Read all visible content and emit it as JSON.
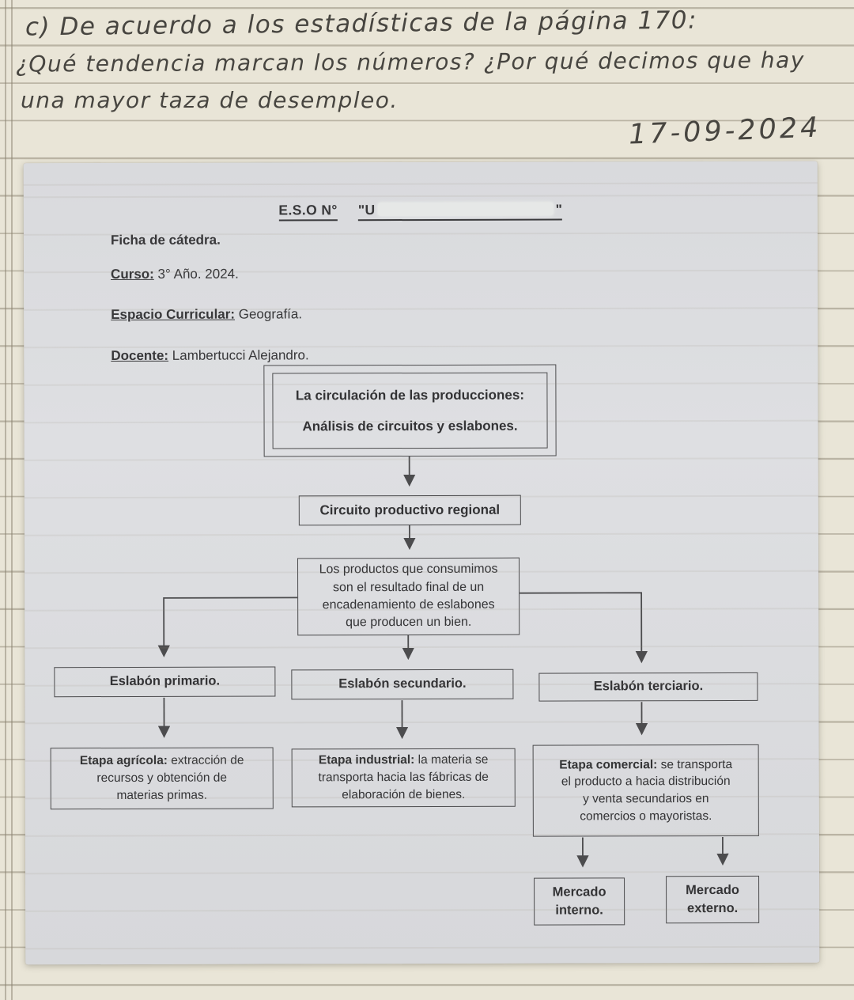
{
  "handwriting": {
    "line1": "c) De acuerdo a los estadísticas de la página 170:",
    "line2": "¿Qué tendencia marcan los números? ¿Por qué decimos que hay",
    "line3": "una mayor taza de desempleo.",
    "date": "17-09-2024"
  },
  "sheet": {
    "header": {
      "school_prefix": "E.S.O N°",
      "school_quote_open": "\"U",
      "school_quote_close": "\""
    },
    "meta": {
      "ficha": "Ficha de cátedra.",
      "curso_label": "Curso:",
      "curso_value": " 3° Año. 2024.",
      "espacio_label": "Espacio Curricular:",
      "espacio_value": " Geografía.",
      "docente_label": "Docente:",
      "docente_value": " Lambertucci Alejandro."
    },
    "chart": {
      "title_line1": "La circulación de las producciones:",
      "title_line2": "Análisis de circuitos y eslabones.",
      "node_circuito": "Circuito productivo regional",
      "node_productos": "Los productos que consumimos\nson el resultado final de un\nencadenamiento de eslabones\nque producen un bien.",
      "node_primario": "Eslabón primario.",
      "node_secundario": "Eslabón secundario.",
      "node_terciario": "Eslabón terciario.",
      "etapa_agricola_label": "Etapa agrícola:",
      "etapa_agricola_text": " extracción de\nrecursos y obtención de\nmaterias primas.",
      "etapa_industrial_label": "Etapa industrial:",
      "etapa_industrial_text": " la materia se\ntransporta hacia las fábricas de\nelaboración de bienes.",
      "etapa_comercial_label": "Etapa comercial:",
      "etapa_comercial_text": " se transporta\nel producto a hacia distribución\ny venta secundarios en\ncomercios o mayoristas.",
      "mercado_interno": "Mercado\ninterno.",
      "mercado_externo": "Mercado\nexterno."
    }
  },
  "colors": {
    "notebook_paper": "#e9e5d7",
    "rule_line": "#948c7a",
    "sheet_paper": "#dbdcdf",
    "print_ink": "#38383a",
    "hand_ink": "#474540",
    "box_border": "#4c4c4e"
  }
}
